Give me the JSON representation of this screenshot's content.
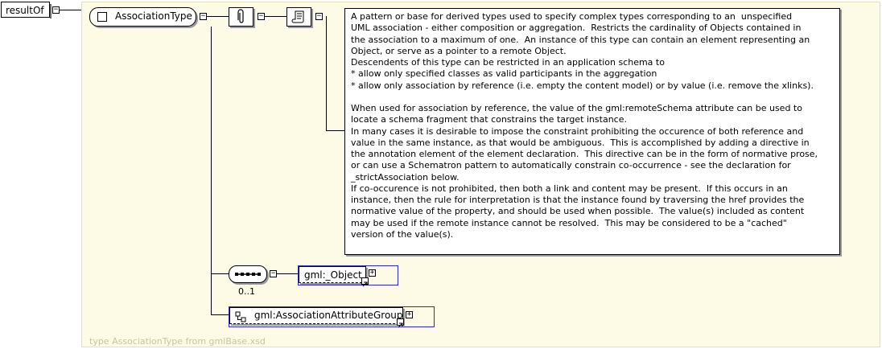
{
  "root": {
    "label": "resultOf"
  },
  "complex_type": {
    "label": "AssociationType"
  },
  "documentation": {
    "lines": [
      "A pattern or base for derived types used to specify complex types corresponding to an  unspecified",
      "UML association - either composition or aggregation.  Restricts the cardinality of Objects contained in",
      "the association to a maximum of one.  An instance of this type can contain an element representing an",
      "Object, or serve as a pointer to a remote Object.",
      "Descendents of this type can be restricted in an application schema to",
      "* allow only specified classes as valid participants in the aggregation",
      "* allow only association by reference (i.e. empty the content model) or by value (i.e. remove the xlinks).",
      "",
      "When used for association by reference, the value of the gml:remoteSchema attribute can be used to",
      "locate a schema fragment that constrains the target instance.",
      "In many cases it is desirable to impose the constraint prohibiting the occurence of both reference and",
      "value in the same instance, as that would be ambiguous.  This is accomplished by adding a directive in",
      "the annotation element of the element declaration.  This directive can be in the form of normative prose,",
      "or can use a Schematron pattern to automatically constrain co-occurrence - see the declaration for",
      "_strictAssociation below.",
      "If co-occurence is not prohibited, then both a link and content may be present.  If this occurs in an",
      "instance, then the rule for interpretation is that the instance found by traversing the href provides the",
      "normative value of the property, and should be used when possible.  The value(s) included as content",
      "may be used if the remote instance cannot be resolved.  This may be considered to be a \"cached\"",
      "version of the value(s)."
    ]
  },
  "sequence": {
    "cardinality": "0..1"
  },
  "object_element": {
    "label": "gml:_Object"
  },
  "attribute_group": {
    "label": "gml:AssociationAttributeGroup"
  },
  "footer": {
    "type_info": "type  AssociationType from  gmlBase.xsd"
  },
  "colors": {
    "panel_bg": "#fdfbe6",
    "ref_border": "#2c2cba"
  }
}
